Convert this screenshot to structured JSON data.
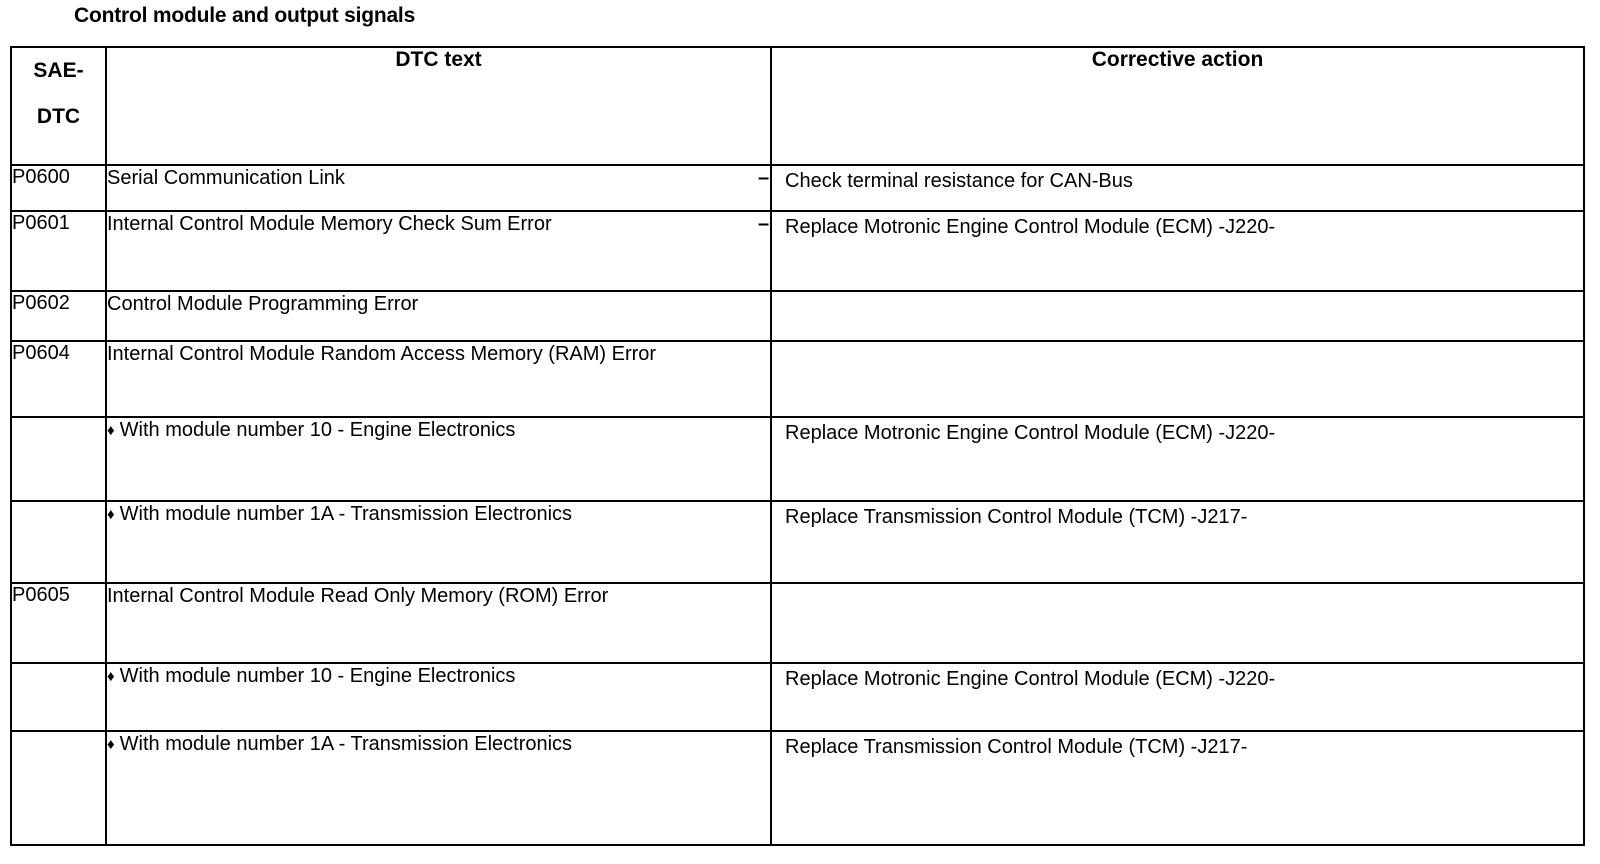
{
  "document": {
    "title": "Control module and output signals"
  },
  "table": {
    "columns": [
      {
        "id": "sae_dtc",
        "label_line1": "SAE-",
        "label_line2": "DTC"
      },
      {
        "id": "dtc_text",
        "label": "DTC text"
      },
      {
        "id": "corrective_action",
        "label": "Corrective action"
      }
    ],
    "bullets": {
      "sub_item": "♦",
      "action": "–"
    },
    "rows": [
      {
        "code": "P0600",
        "text": "Serial Communication Link",
        "indent": false,
        "action": "Check terminal resistance for CAN-Bus"
      },
      {
        "code": "P0601",
        "text": "Internal Control Module Memory Check Sum Error",
        "indent": false,
        "action": "Replace Motronic Engine Control Module (ECM) -J220-"
      },
      {
        "code": "P0602",
        "text": "Control Module Programming Error",
        "indent": false,
        "action": ""
      },
      {
        "code": "P0604",
        "text": "Internal Control Module Random Access Memory (RAM) Error",
        "indent": false,
        "action": ""
      },
      {
        "code": "",
        "text": "With module number 10 - Engine Electronics",
        "indent": true,
        "action": "Replace Motronic Engine Control Module (ECM) -J220-"
      },
      {
        "code": "",
        "text": "With module number 1A - Transmission Electronics",
        "indent": true,
        "action": "Replace Transmission Control Module (TCM) -J217-"
      },
      {
        "code": "P0605",
        "text": "Internal Control Module Read Only Memory (ROM) Error",
        "indent": false,
        "action": ""
      },
      {
        "code": "",
        "text": "With module number 10 - Engine Electronics",
        "indent": true,
        "action": "Replace Motronic Engine Control Module (ECM) -J220-"
      },
      {
        "code": "",
        "text": "With module number 1A - Transmission Electronics",
        "indent": true,
        "action": "Replace Transmission Control Module (TCM) -J217-"
      }
    ]
  },
  "colors": {
    "text": "#000000",
    "background": "#ffffff",
    "border": "#000000"
  }
}
